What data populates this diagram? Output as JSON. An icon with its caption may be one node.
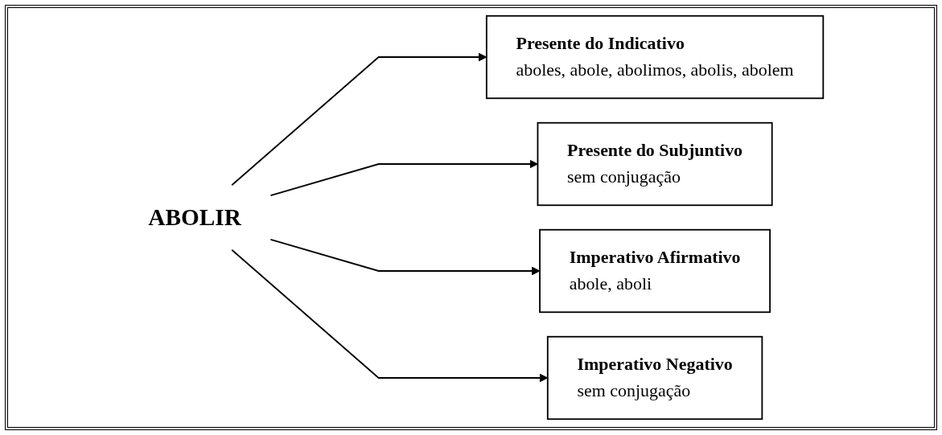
{
  "diagram": {
    "nodes": [
      {
        "text": [
          "ABOLIR"
        ]
      },
      {
        "text": [
          "Presente do Indicativo",
          "aboles, abole, abolimos, abolis, abolem"
        ]
      },
      {
        "text": [
          "Presente do Subjuntivo",
          "sem conjugação"
        ]
      },
      {
        "text": [
          "Imperativo Afirmativo",
          "abole, aboli"
        ]
      },
      {
        "text": [
          "Imperativo Negativo",
          "sem conjugação"
        ]
      }
    ],
    "edges": [
      {
        "from": 0,
        "to": 1,
        "arrow": "to"
      },
      {
        "from": 0,
        "to": 2,
        "arrow": "to"
      },
      {
        "from": 0,
        "to": 3,
        "arrow": "to"
      },
      {
        "from": 0,
        "to": 4,
        "arrow": "to"
      }
    ]
  }
}
